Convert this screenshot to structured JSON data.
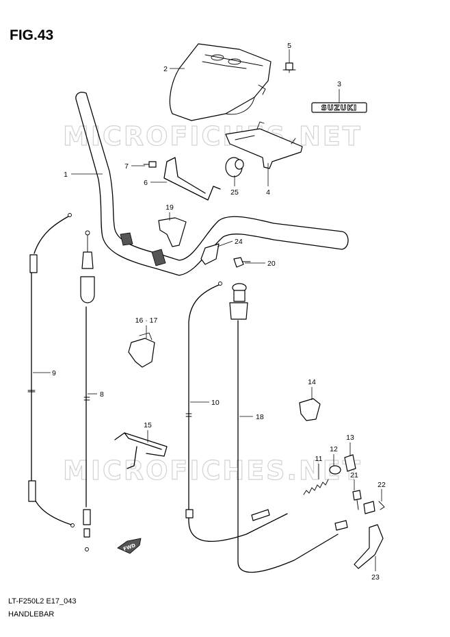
{
  "figure": {
    "title": "FIG.43",
    "code": "LT-F250L2 E17_043",
    "name": "HANDLEBAR"
  },
  "watermark": "MICROFICHES.NET",
  "emblem_text": "SUZUKI",
  "fwd_text": "FWD",
  "callouts": [
    {
      "id": "c1",
      "label": "1"
    },
    {
      "id": "c2",
      "label": "2"
    },
    {
      "id": "c3",
      "label": "3"
    },
    {
      "id": "c4",
      "label": "4"
    },
    {
      "id": "c5",
      "label": "5"
    },
    {
      "id": "c6",
      "label": "6"
    },
    {
      "id": "c7",
      "label": "7"
    },
    {
      "id": "c8",
      "label": "8"
    },
    {
      "id": "c9",
      "label": "9"
    },
    {
      "id": "c10",
      "label": "10"
    },
    {
      "id": "c11",
      "label": "11"
    },
    {
      "id": "c12",
      "label": "12"
    },
    {
      "id": "c13",
      "label": "13"
    },
    {
      "id": "c14",
      "label": "14"
    },
    {
      "id": "c15",
      "label": "15"
    },
    {
      "id": "c1617",
      "label": "16 · 17"
    },
    {
      "id": "c18",
      "label": "18"
    },
    {
      "id": "c19",
      "label": "19"
    },
    {
      "id": "c20",
      "label": "20"
    },
    {
      "id": "c21",
      "label": "21"
    },
    {
      "id": "c22",
      "label": "22"
    },
    {
      "id": "c23",
      "label": "23"
    },
    {
      "id": "c24",
      "label": "24"
    },
    {
      "id": "c25",
      "label": "25"
    }
  ]
}
